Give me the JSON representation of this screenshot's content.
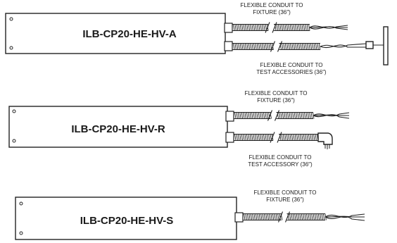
{
  "units": [
    {
      "model": "ILB-CP20-HE-HV-A",
      "label_top": [
        "FLEXIBLE CONDUIT TO",
        "FIXTURE (36″)"
      ],
      "label_bottom": [
        "FLEXIBLE CONDUIT TO",
        "TEST ACCESSORIES (36″)"
      ]
    },
    {
      "model": "ILB-CP20-HE-HV-R",
      "label_top": [
        "FLEXIBLE CONDUIT TO",
        "FIXTURE (36″)"
      ],
      "label_bottom": [
        "FLEXIBLE CONDUIT TO",
        "TEST ACCESSORY (36″)"
      ]
    },
    {
      "model": "ILB-CP20-HE-HV-S",
      "label_top": [
        "FLEXIBLE CONDUIT TO",
        "FIXTURE (36″)"
      ]
    }
  ]
}
